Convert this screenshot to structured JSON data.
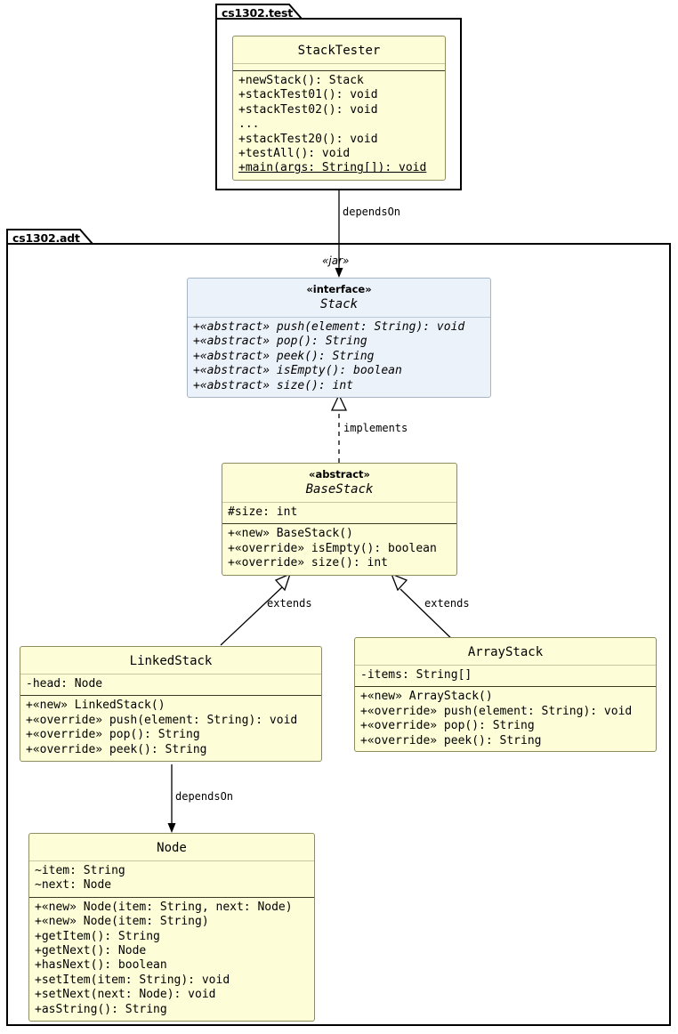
{
  "diagram": {
    "type": "uml-class-diagram",
    "packages": [
      {
        "name": "cs1302.test"
      },
      {
        "name": "cs1302.adt"
      }
    ],
    "classes": {
      "stack_tester": {
        "name": "StackTester",
        "stereotype": "",
        "attributes": [],
        "methods": [
          "+newStack(): Stack",
          "+stackTest01(): void",
          "+stackTest02(): void",
          "...",
          "+stackTest20(): void",
          "+testAll(): void",
          "+main(args: String[]): void"
        ]
      },
      "stack": {
        "name": "Stack",
        "stereotype": "«interface»",
        "attributes": [],
        "methods": [
          "+«abstract» push(element: String): void",
          "+«abstract» pop(): String",
          "+«abstract» peek(): String",
          "+«abstract» isEmpty(): boolean",
          "+«abstract» size(): int"
        ]
      },
      "base_stack": {
        "name": "BaseStack",
        "stereotype": "«abstract»",
        "attributes": [
          "#size: int"
        ],
        "methods": [
          "+«new» BaseStack()",
          "+«override» isEmpty(): boolean",
          "+«override» size(): int"
        ]
      },
      "linked_stack": {
        "name": "LinkedStack",
        "stereotype": "",
        "attributes": [
          "-head: Node"
        ],
        "methods": [
          "+«new» LinkedStack()",
          "+«override» push(element: String): void",
          "+«override» pop(): String",
          "+«override» peek(): String"
        ]
      },
      "array_stack": {
        "name": "ArrayStack",
        "stereotype": "",
        "attributes": [
          "-items: String[]"
        ],
        "methods": [
          "+«new» ArrayStack()",
          "+«override» push(element: String): void",
          "+«override» pop(): String",
          "+«override» peek(): String"
        ]
      },
      "node": {
        "name": "Node",
        "stereotype": "",
        "attributes": [
          "~item: String",
          "~next: Node"
        ],
        "methods": [
          "+«new» Node(item: String, next: Node)",
          "+«new» Node(item: String)",
          "+getItem(): String",
          "+getNext(): Node",
          "+hasNext(): boolean",
          "+setItem(item: String): void",
          "+setNext(next: Node): void",
          "+asString(): String"
        ]
      }
    },
    "relationships": [
      {
        "id": "tester_to_stack",
        "label": "dependsOn",
        "stereotype": "«jar»",
        "kind": "dependency"
      },
      {
        "id": "basestack_implements_stack",
        "label": "implements",
        "kind": "realization"
      },
      {
        "id": "linkedstack_extends_basestack",
        "label": "extends",
        "kind": "generalization"
      },
      {
        "id": "arraystack_extends_basestack",
        "label": "extends",
        "kind": "generalization"
      },
      {
        "id": "linkedstack_depends_node",
        "label": "dependsOn",
        "kind": "dependency"
      }
    ],
    "colors": {
      "class_fill": "#fdfdd8",
      "class_stroke": "#8d8d60",
      "interface_fill": "#ecf2fa",
      "interface_stroke": "#a5b6c7",
      "line": "#000000",
      "background": "#ffffff"
    }
  }
}
